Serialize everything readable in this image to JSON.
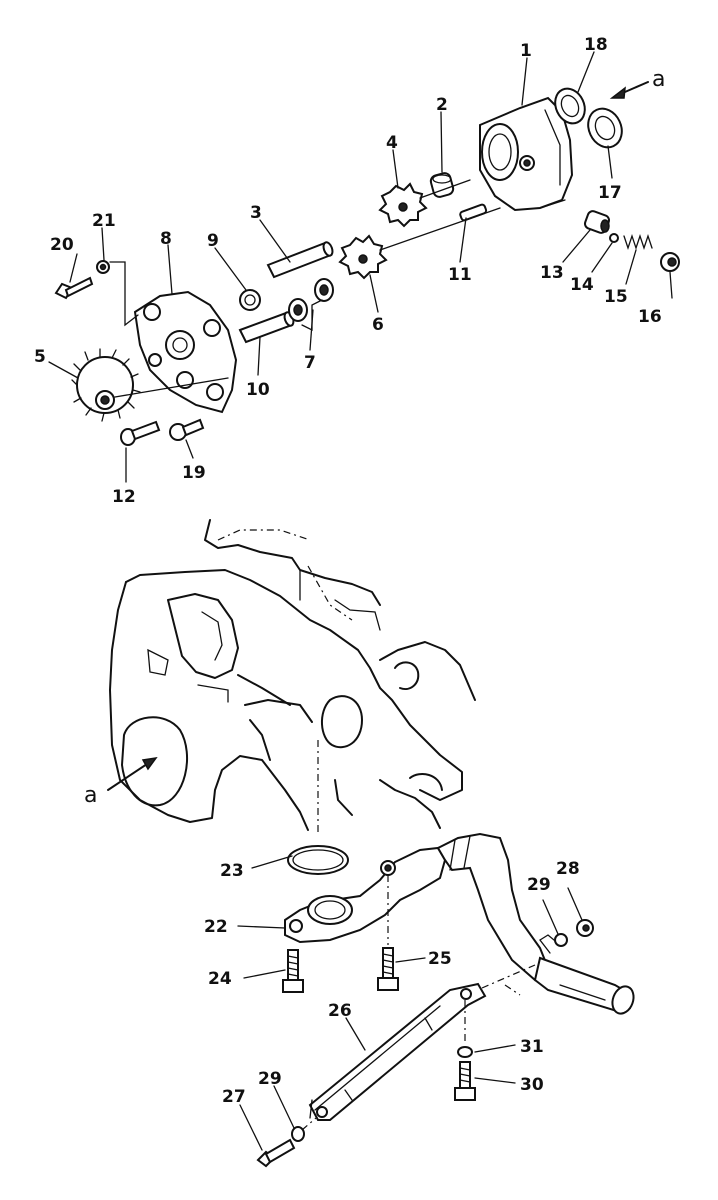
{
  "diagram": {
    "view_marker": "a",
    "labels": {
      "p1": "1",
      "p2": "2",
      "p3": "3",
      "p4": "4",
      "p5": "5",
      "p6": "6",
      "p7": "7",
      "p8": "8",
      "p9": "9",
      "p10": "10",
      "p11": "11",
      "p12": "12",
      "p13": "13",
      "p14": "14",
      "p15": "15",
      "p16": "16",
      "p17": "17",
      "p18": "18",
      "p19": "19",
      "p20": "20",
      "p21": "21",
      "p22": "22",
      "p23": "23",
      "p24": "24",
      "p25": "25",
      "p26": "26",
      "p27": "27",
      "p28": "28",
      "p29a": "29",
      "p29b": "29",
      "p30": "30",
      "p31": "31"
    }
  }
}
